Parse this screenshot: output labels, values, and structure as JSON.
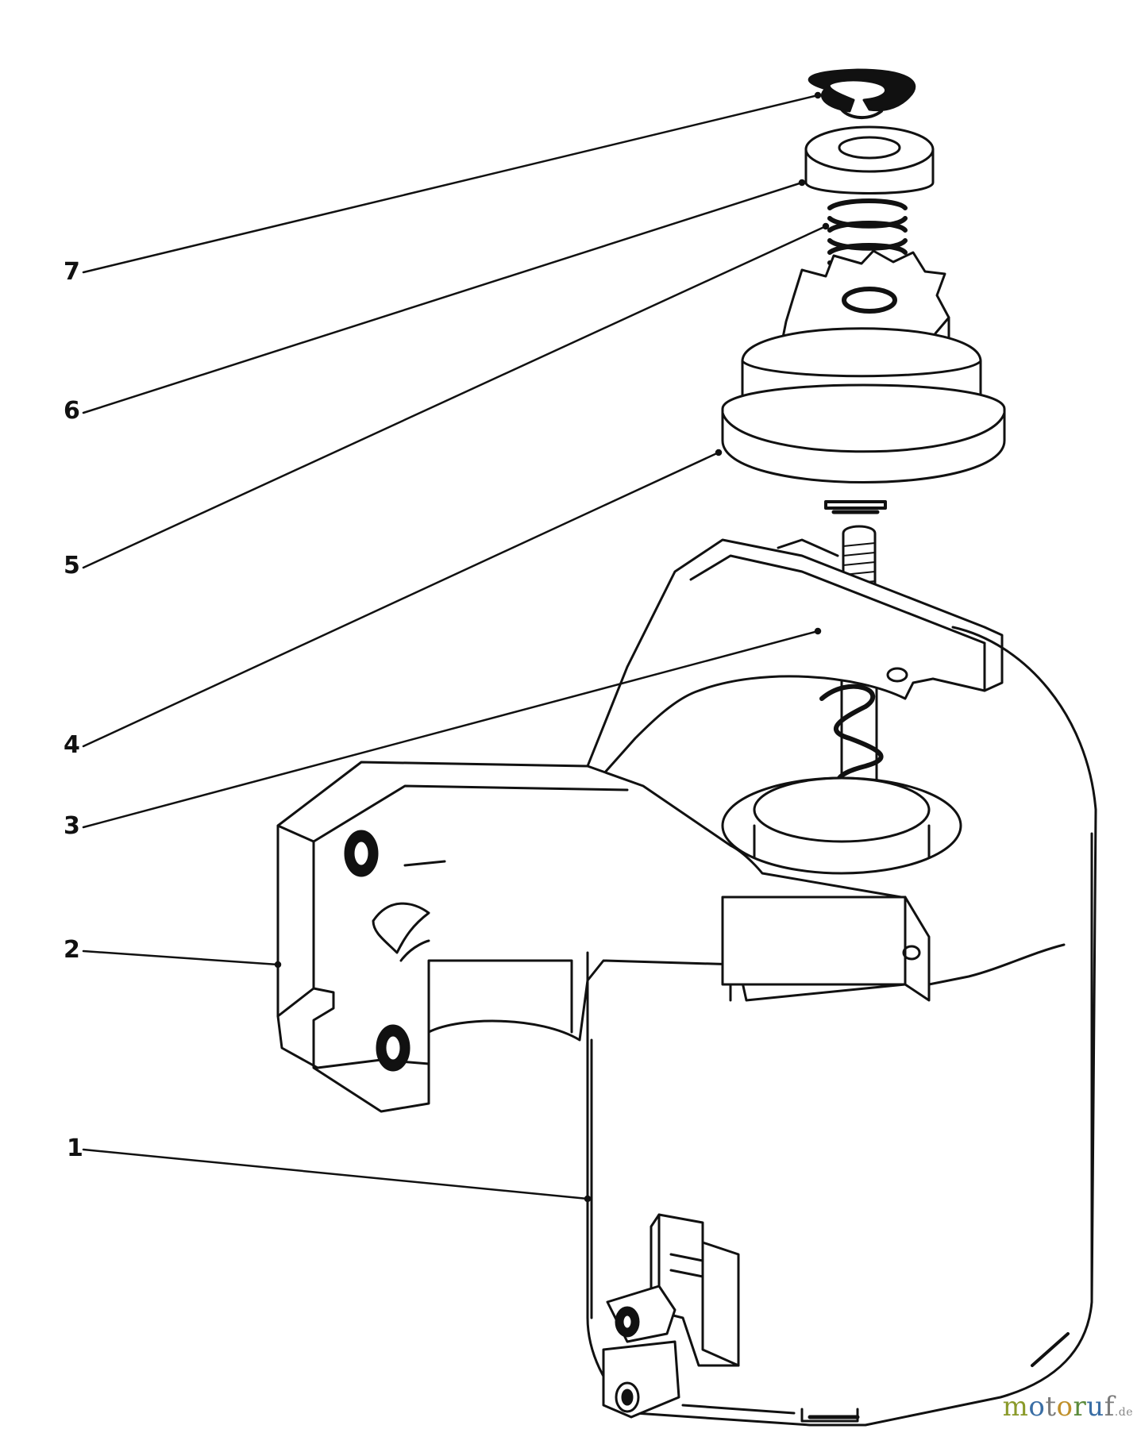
{
  "callouts": [
    {
      "id": "7",
      "label": "7"
    },
    {
      "id": "6",
      "label": "6"
    },
    {
      "id": "5",
      "label": "5"
    },
    {
      "id": "4",
      "label": "4"
    },
    {
      "id": "3",
      "label": "3"
    },
    {
      "id": "2",
      "label": "2"
    },
    {
      "id": "1",
      "label": "1"
    }
  ],
  "watermark": {
    "text": "motoruf",
    "suffix": ".de",
    "letters": [
      {
        "ch": "m",
        "color": "#8a9a2a"
      },
      {
        "ch": "o",
        "color": "#3a6ea5"
      },
      {
        "ch": "t",
        "color": "#7a7a7a"
      },
      {
        "ch": "o",
        "color": "#c0902a"
      },
      {
        "ch": "r",
        "color": "#5a8a3a"
      },
      {
        "ch": "u",
        "color": "#3a6ea5"
      },
      {
        "ch": "f",
        "color": "#7a7a7a"
      }
    ]
  },
  "parts_icon_names": [
    "e-ring-clip-icon",
    "washer-icon",
    "spring-icon",
    "pinion-gear-icon",
    "thrust-washer-icon",
    "mounting-bracket-icon",
    "starter-motor-icon"
  ]
}
